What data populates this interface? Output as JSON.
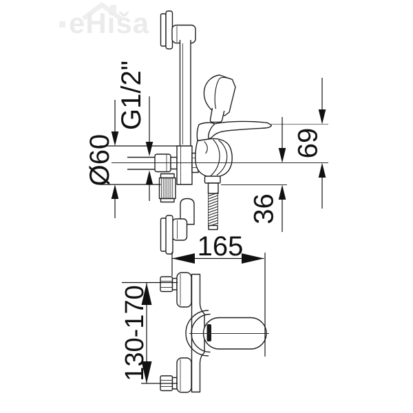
{
  "watermark": {
    "text": "eHiša"
  },
  "drawing": {
    "title": "wall-mounted shower mixer with rail technical drawing",
    "dimensions": {
      "thread_size": "G1/2\"",
      "flange_diameter": "Ø60",
      "top_to_axis": "69",
      "axis_to_outlet": "36",
      "projection": "165",
      "inlet_spacing": "130-170"
    },
    "colors": {
      "line": "#1f1f1f",
      "dimension": "#111111",
      "reference_line": "#8a8a8a",
      "watermark": "#ebebeb",
      "background": "#ffffff"
    }
  }
}
